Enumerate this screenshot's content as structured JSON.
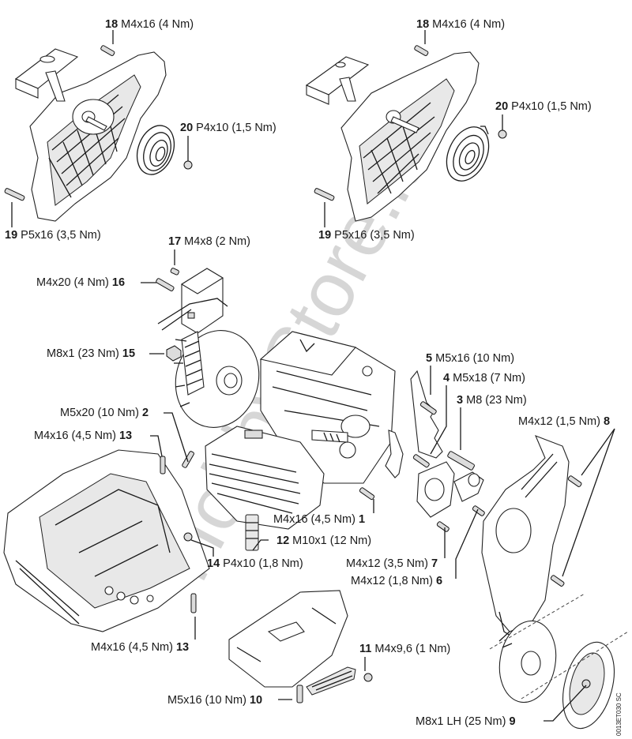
{
  "diagram": {
    "title": "Exploded view – fastener torque specifications",
    "watermark": "HobbyStore.it",
    "drawing_code": "0013ET030 SC",
    "callouts": [
      {
        "id": "c18a",
        "number": "18",
        "spec": "M4x16 (4 Nm)",
        "number_side": "left"
      },
      {
        "id": "c20a",
        "number": "20",
        "spec": "P4x10 (1,5 Nm)",
        "number_side": "left"
      },
      {
        "id": "c19a",
        "number": "19",
        "spec": "P5x16 (3,5 Nm)",
        "number_side": "left"
      },
      {
        "id": "c18b",
        "number": "18",
        "spec": "M4x16 (4 Nm)",
        "number_side": "left"
      },
      {
        "id": "c20b",
        "number": "20",
        "spec": "P4x10 (1,5 Nm)",
        "number_side": "left"
      },
      {
        "id": "c19b",
        "number": "19",
        "spec": "P5x16 (3,5 Nm)",
        "number_side": "left"
      },
      {
        "id": "c17",
        "number": "17",
        "spec": "M4x8 (2 Nm)",
        "number_side": "left"
      },
      {
        "id": "c16",
        "number": "16",
        "spec": "M4x20 (4 Nm)",
        "number_side": "right"
      },
      {
        "id": "c15",
        "number": "15",
        "spec": "M8x1 (23 Nm)",
        "number_side": "right"
      },
      {
        "id": "c2",
        "number": "2",
        "spec": "M5x20 (10 Nm)",
        "number_side": "right"
      },
      {
        "id": "c13a",
        "number": "13",
        "spec": "M4x16 (4,5 Nm)",
        "number_side": "right"
      },
      {
        "id": "c5",
        "number": "5",
        "spec": "M5x16 (10 Nm)",
        "number_side": "left"
      },
      {
        "id": "c4",
        "number": "4",
        "spec": "M5x18 (7 Nm)",
        "number_side": "left"
      },
      {
        "id": "c3",
        "number": "3",
        "spec": "M8 (23 Nm)",
        "number_side": "left"
      },
      {
        "id": "c8",
        "number": "8",
        "spec": "M4x12 (1,5 Nm)",
        "number_side": "right"
      },
      {
        "id": "c1",
        "number": "1",
        "spec": "M4x16 (4,5 Nm)",
        "number_side": "right"
      },
      {
        "id": "c12",
        "number": "12",
        "spec": "M10x1 (12 Nm)",
        "number_side": "left"
      },
      {
        "id": "c14",
        "number": "14",
        "spec": "P4x10 (1,8 Nm)",
        "number_side": "left"
      },
      {
        "id": "c7",
        "number": "7",
        "spec": "M4x12 (3,5 Nm)",
        "number_side": "right"
      },
      {
        "id": "c6",
        "number": "6",
        "spec": "M4x12 (1,8   Nm)",
        "number_side": "right"
      },
      {
        "id": "c13b",
        "number": "13",
        "spec": "M4x16 (4,5 Nm)",
        "number_side": "right"
      },
      {
        "id": "c11",
        "number": "11",
        "spec": "M4x9,6 (1 Nm)",
        "number_side": "left"
      },
      {
        "id": "c10",
        "number": "10",
        "spec": "M5x16 (10 Nm)",
        "number_side": "right"
      },
      {
        "id": "c9",
        "number": "9",
        "spec": "M8x1 LH (25 Nm)",
        "number_side": "right"
      }
    ],
    "parts": [
      "starter-cover-left",
      "rewind-spring-left",
      "starter-cover-right",
      "rewind-spring-right",
      "ignition-module",
      "flywheel",
      "crankcase-engine",
      "cylinder",
      "spark-plug",
      "chain-catcher",
      "oil-pump",
      "chain-sprocket-cover",
      "shroud-housing",
      "muffler",
      "spark-arrest-screen",
      "clutch-drum",
      "clutch"
    ]
  }
}
